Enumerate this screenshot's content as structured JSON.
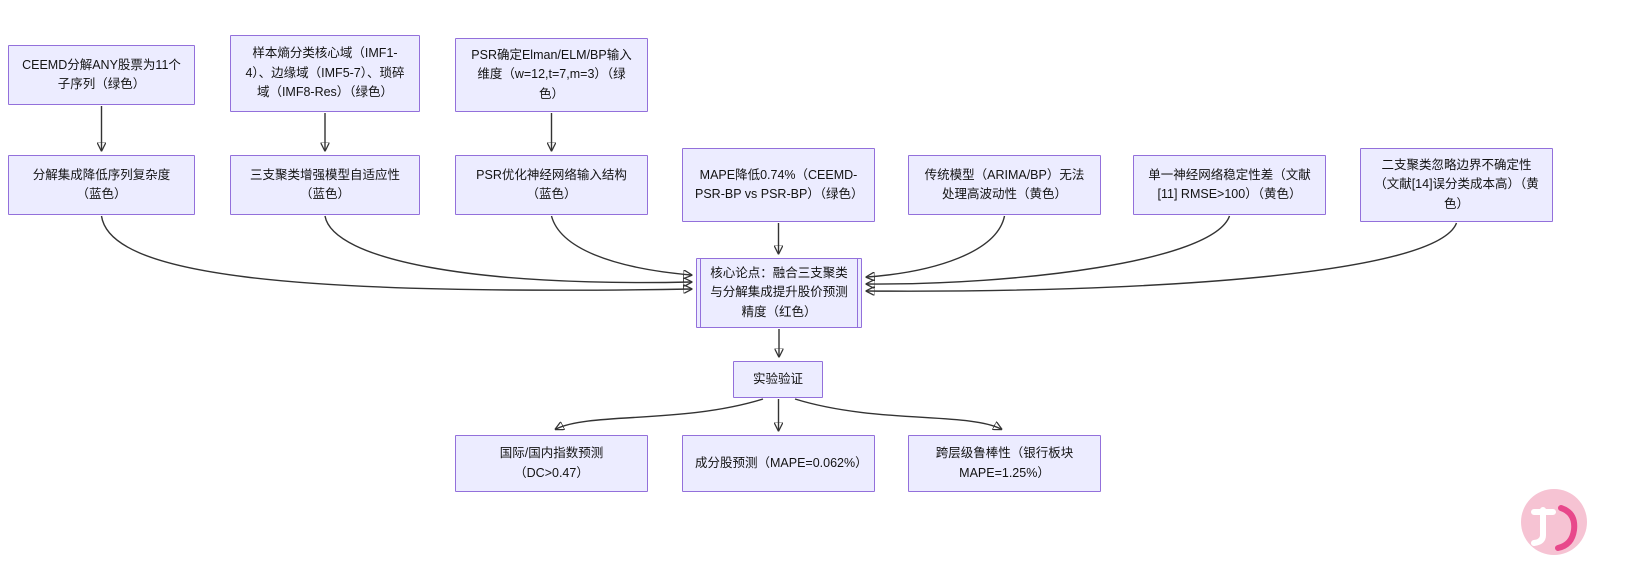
{
  "diagram": {
    "type": "flowchart",
    "nodes": {
      "ceemd": {
        "label": "CEEMD分解ANY股票为11个子序列（绿色）"
      },
      "entropy": {
        "label": "样本熵分类核心域（IMF1-4）、边缘域（IMF5-7）、琐碎域（IMF8-Res）（绿色）"
      },
      "psrdim": {
        "label": "PSR确定Elman/ELM/BP输入维度（w=12,t=7,m=3）（绿色）"
      },
      "decompose": {
        "label": "分解集成降低序列复杂度（蓝色）"
      },
      "threeway": {
        "label": "三支聚类增强模型自适应性（蓝色）"
      },
      "psropt": {
        "label": "PSR优化神经网络输入结构（蓝色）"
      },
      "mape": {
        "label": "MAPE降低0.74%（CEEMD-PSR-BP vs PSR-BP）（绿色）"
      },
      "traditional": {
        "label": "传统模型（ARIMA/BP）无法处理高波动性（黄色）"
      },
      "singlenn": {
        "label": "单一神经网络稳定性差（文献[11] RMSE>100）（黄色）"
      },
      "twoway": {
        "label": "二支聚类忽略边界不确定性（文献[14]误分类成本高）（黄色）"
      },
      "core": {
        "label": "核心论点：融合三支聚类与分解集成提升股价预测精度（红色）"
      },
      "experiment": {
        "label": "实验验证"
      },
      "indexpred": {
        "label": "国际/国内指数预测（DC>0.47）"
      },
      "stockpred": {
        "label": "成分股预测（MAPE=0.062%）"
      },
      "robustness": {
        "label": "跨层级鲁棒性（银行板块MAPE=1.25%）"
      }
    },
    "edges": [
      "ceemd->decompose",
      "entropy->threeway",
      "psrdim->psropt",
      "decompose->core",
      "threeway->core",
      "psropt->core",
      "mape->core",
      "traditional->core",
      "singlenn->core",
      "twoway->core",
      "core->experiment",
      "experiment->indexpred",
      "experiment->stockpred",
      "experiment->robustness"
    ],
    "colors": {
      "node_fill": "#ECECFF",
      "node_border": "#9370DB",
      "edge": "#333333",
      "background": "#FFFFFF",
      "watermark_pink": "#F6C3D3",
      "watermark_accent": "#E8488B"
    }
  }
}
